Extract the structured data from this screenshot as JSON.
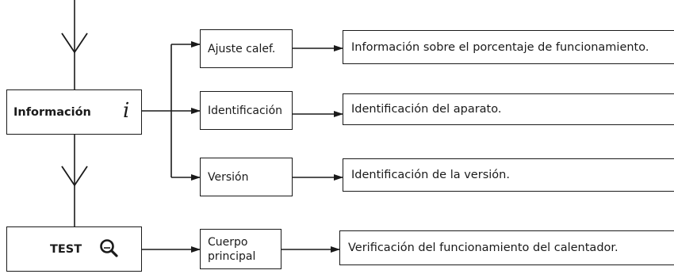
{
  "main_nodes": {
    "info": {
      "label": "Información",
      "icon": "italic-i-info-icon",
      "symbol": "i"
    },
    "test": {
      "label": "TEST",
      "icon": "magnifier-icon"
    }
  },
  "info_items": [
    {
      "label": "Ajuste calef.",
      "description": "Información sobre el porcentaje de funcionamiento."
    },
    {
      "label": "Identificación",
      "description": "Identificación del aparato."
    },
    {
      "label": "Versión",
      "description": "Identificación de la versión."
    }
  ],
  "test_items": [
    {
      "label_line1": "Cuerpo",
      "label_line2": "principal",
      "description": "Verificación del funcionamiento del calentador."
    }
  ],
  "colors": {
    "line": "#1a1a1a",
    "background": "#ffffff"
  }
}
